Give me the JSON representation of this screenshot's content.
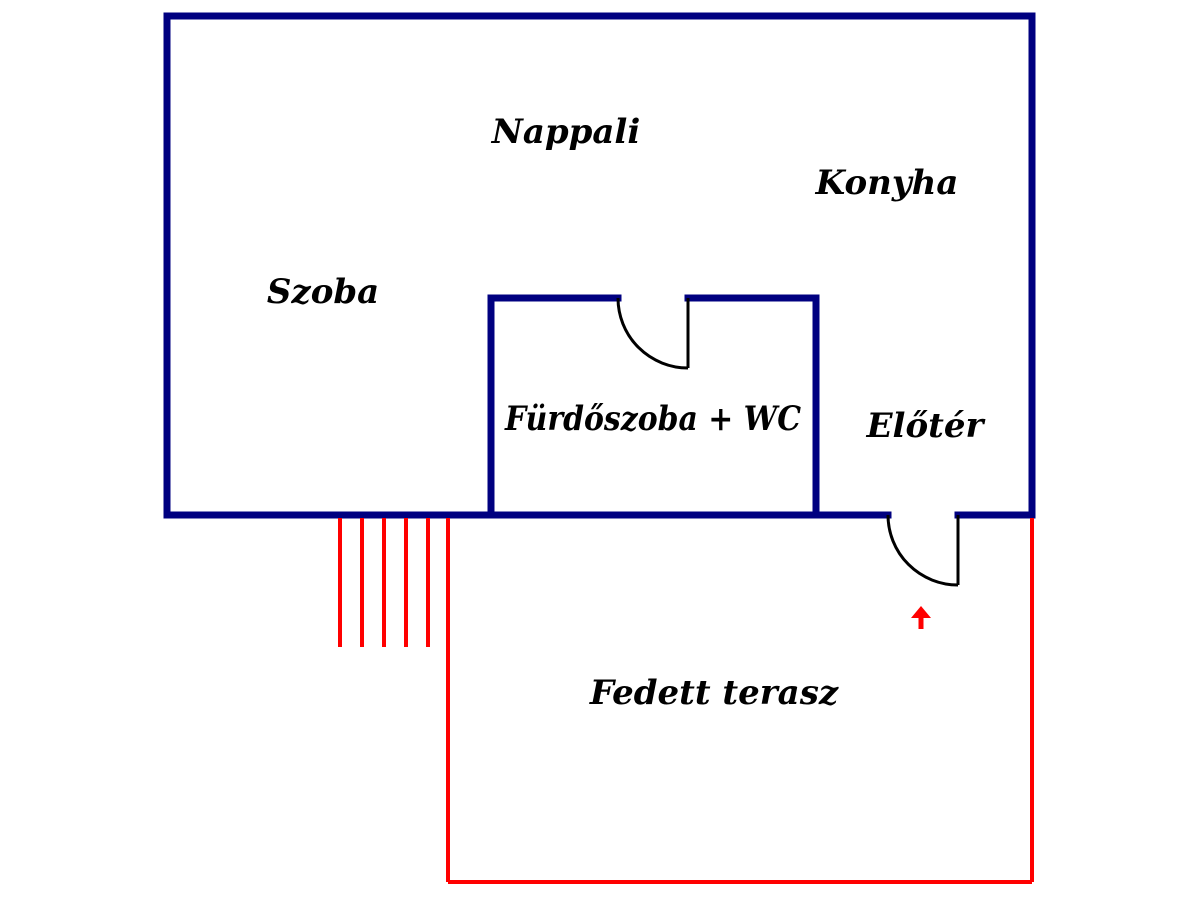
{
  "colors": {
    "interior_wall": "#000080",
    "terrace_line": "#ff0000",
    "door_line": "#000000",
    "label_text": "#000000",
    "background": "#ffffff"
  },
  "rooms": {
    "nappali": "Nappali",
    "konyha": "Konyha",
    "szoba": "Szoba",
    "furdoszoba": "Fürdőszoba + WC",
    "eloter": "Előtér",
    "terasz": "Fedett terasz"
  },
  "symbols": {
    "entrance_arrow": "up-arrow-icon",
    "stairs": "stairs-icon",
    "door": "door-swing-icon"
  }
}
